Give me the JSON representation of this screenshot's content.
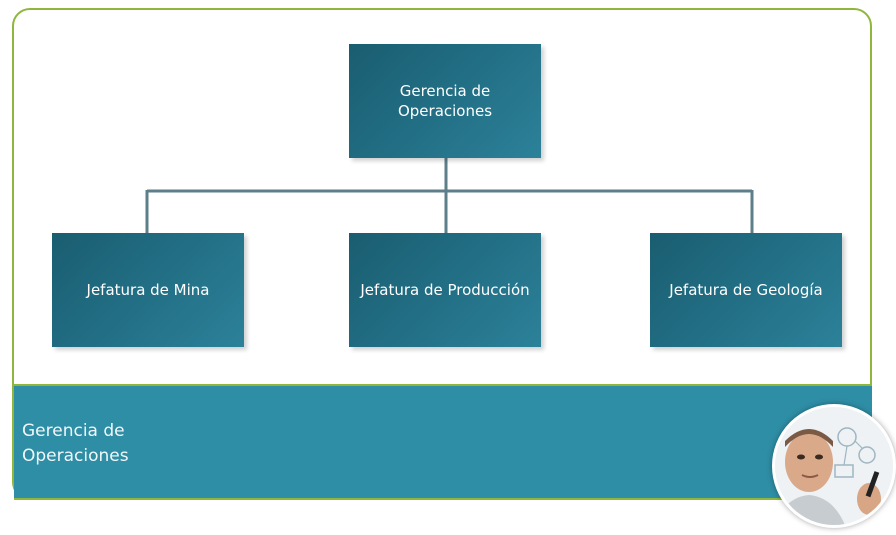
{
  "org_chart": {
    "root": {
      "label": "Gerencia de Operaciones"
    },
    "children": [
      {
        "label": "Jefatura de Mina"
      },
      {
        "label": "Jefatura de Producción"
      },
      {
        "label": "Jefatura de Geología"
      }
    ]
  },
  "band": {
    "label": "Gerencia de Operaciones"
  },
  "colors": {
    "box": "#226f85",
    "band": "#2e8ea6",
    "border": "#8fb63d",
    "connector": "#5d7f8a"
  },
  "icons": {
    "avatar": "person-drawing-avatar-icon"
  }
}
